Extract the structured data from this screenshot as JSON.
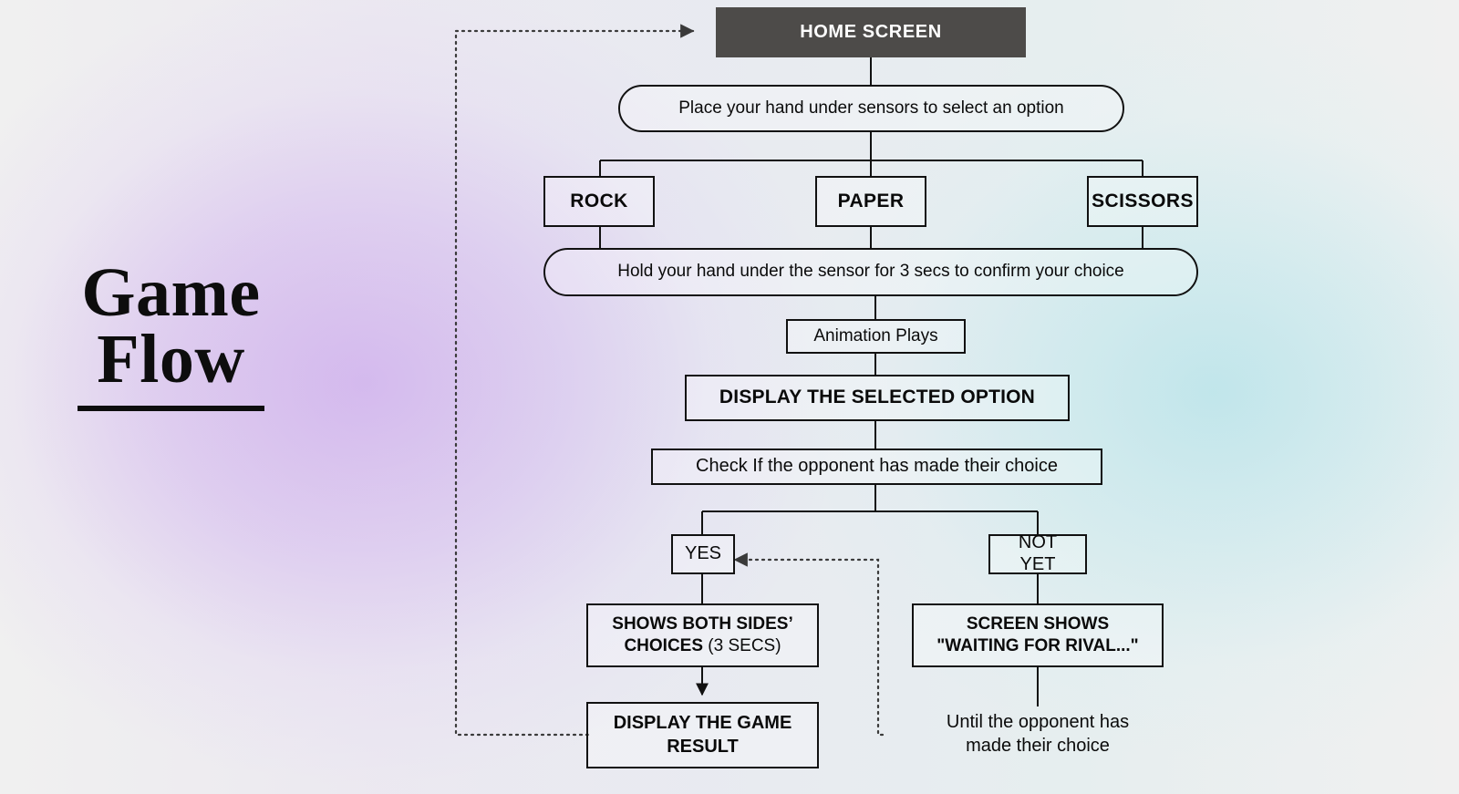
{
  "title": {
    "line1": "Game",
    "line2": "Flow"
  },
  "colors": {
    "home_fill": "#4d4b49",
    "home_text": "#ffffff",
    "node_stroke": "#111111",
    "background": "#f0f0f0",
    "glow_purple": "#cdaaeb",
    "glow_cyan": "#bae4ea"
  },
  "nodes": {
    "home_screen": "HOME SCREEN",
    "place_hand": "Place your hand under sensors to select an option",
    "rock": "ROCK",
    "paper": "PAPER",
    "scissors": "SCISSORS",
    "hold_hand": "Hold your hand under the sensor for 3 secs to confirm your choice",
    "animation_plays": "Animation Plays",
    "display_selected": "DISPLAY THE SELECTED OPTION",
    "check_opponent": "Check If the opponent has made their choice",
    "yes": "YES",
    "not_yet": "NOT YET",
    "shows_both_line1": "SHOWS BOTH SIDES’",
    "shows_both_line2_bold": "CHOICES",
    "shows_both_line2_reg": "(3 SECS)",
    "screen_shows_line1": "SCREEN SHOWS",
    "screen_shows_line2": "\"WAITING FOR RIVAL...\"",
    "display_result_line1": "DISPLAY THE GAME",
    "display_result_line2": "RESULT",
    "until_opponent_line1": "Until the opponent has",
    "until_opponent_line2": "made their choice"
  }
}
